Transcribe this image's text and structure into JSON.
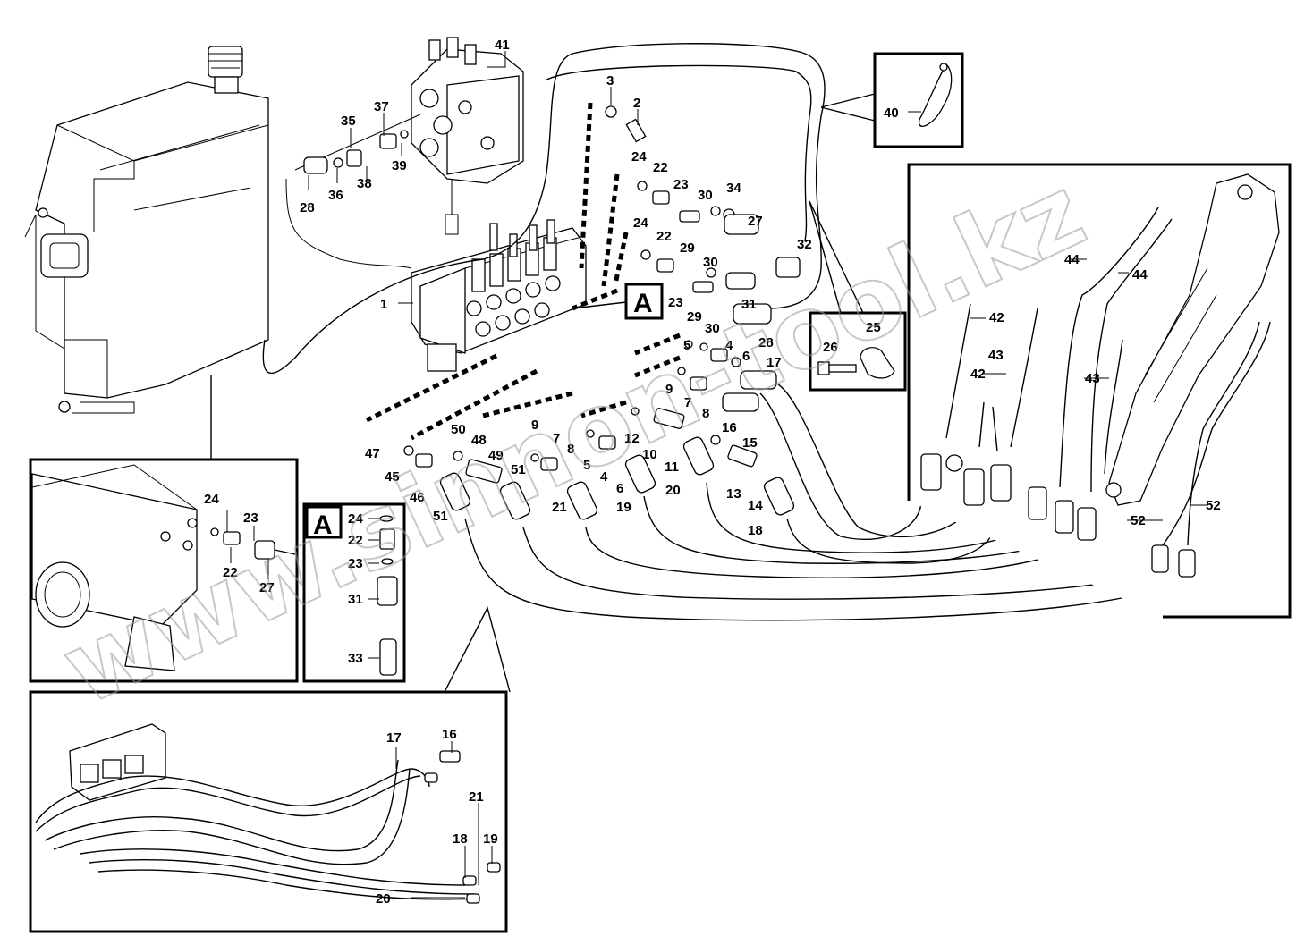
{
  "watermark": "www.sinnon-tool.kz",
  "view_tag": "A",
  "labels": [
    {
      "id": "l41",
      "text": "41"
    },
    {
      "id": "l3",
      "text": "3"
    },
    {
      "id": "l2",
      "text": "2"
    },
    {
      "id": "l40",
      "text": "40"
    },
    {
      "id": "l35",
      "text": "35"
    },
    {
      "id": "l37",
      "text": "37"
    },
    {
      "id": "l39",
      "text": "39"
    },
    {
      "id": "l28a",
      "text": "28"
    },
    {
      "id": "l36",
      "text": "36"
    },
    {
      "id": "l38",
      "text": "38"
    },
    {
      "id": "l24a",
      "text": "24"
    },
    {
      "id": "l22a",
      "text": "22"
    },
    {
      "id": "l23a",
      "text": "23"
    },
    {
      "id": "l30a",
      "text": "30"
    },
    {
      "id": "l34",
      "text": "34"
    },
    {
      "id": "l27a",
      "text": "27"
    },
    {
      "id": "l29a",
      "text": "29"
    },
    {
      "id": "l32",
      "text": "32"
    },
    {
      "id": "l24b",
      "text": "24"
    },
    {
      "id": "l22b",
      "text": "22"
    },
    {
      "id": "l30b",
      "text": "30"
    },
    {
      "id": "l23b",
      "text": "23"
    },
    {
      "id": "l31a",
      "text": "31"
    },
    {
      "id": "l29b",
      "text": "29"
    },
    {
      "id": "l30c",
      "text": "30"
    },
    {
      "id": "l28b",
      "text": "28"
    },
    {
      "id": "l1",
      "text": "1"
    },
    {
      "id": "l44a",
      "text": "44"
    },
    {
      "id": "l44b",
      "text": "44"
    },
    {
      "id": "l42a",
      "text": "42"
    },
    {
      "id": "l43a",
      "text": "43"
    },
    {
      "id": "l42b",
      "text": "42"
    },
    {
      "id": "l43b",
      "text": "43"
    },
    {
      "id": "l25",
      "text": "25"
    },
    {
      "id": "l26",
      "text": "26"
    },
    {
      "id": "l5a",
      "text": "5"
    },
    {
      "id": "l4a",
      "text": "4"
    },
    {
      "id": "l6a",
      "text": "6"
    },
    {
      "id": "l17a",
      "text": "17"
    },
    {
      "id": "l9a",
      "text": "9"
    },
    {
      "id": "l7a",
      "text": "7"
    },
    {
      "id": "l8a",
      "text": "8"
    },
    {
      "id": "l16a",
      "text": "16"
    },
    {
      "id": "l15",
      "text": "15"
    },
    {
      "id": "l12",
      "text": "12"
    },
    {
      "id": "l10",
      "text": "10"
    },
    {
      "id": "l11",
      "text": "11"
    },
    {
      "id": "l13",
      "text": "13"
    },
    {
      "id": "l14",
      "text": "14"
    },
    {
      "id": "l18a",
      "text": "18"
    },
    {
      "id": "l20a",
      "text": "20"
    },
    {
      "id": "l9b",
      "text": "9"
    },
    {
      "id": "l8b",
      "text": "8"
    },
    {
      "id": "l7b",
      "text": "7"
    },
    {
      "id": "l5b",
      "text": "5"
    },
    {
      "id": "l4b",
      "text": "4"
    },
    {
      "id": "l6b",
      "text": "6"
    },
    {
      "id": "l19a",
      "text": "19"
    },
    {
      "id": "l21a",
      "text": "21"
    },
    {
      "id": "l50",
      "text": "50"
    },
    {
      "id": "l48",
      "text": "48"
    },
    {
      "id": "l49",
      "text": "49"
    },
    {
      "id": "l47",
      "text": "47"
    },
    {
      "id": "l45",
      "text": "45"
    },
    {
      "id": "l46",
      "text": "46"
    },
    {
      "id": "l51a",
      "text": "51"
    },
    {
      "id": "l51b",
      "text": "51"
    },
    {
      "id": "l52a",
      "text": "52"
    },
    {
      "id": "l52b",
      "text": "52"
    },
    {
      "id": "l24c",
      "text": "24"
    },
    {
      "id": "l23c",
      "text": "23"
    },
    {
      "id": "l22c",
      "text": "22"
    },
    {
      "id": "l27b",
      "text": "27"
    },
    {
      "id": "l24d",
      "text": "24"
    },
    {
      "id": "l22d",
      "text": "22"
    },
    {
      "id": "l23d",
      "text": "23"
    },
    {
      "id": "l31b",
      "text": "31"
    },
    {
      "id": "l33",
      "text": "33"
    },
    {
      "id": "l17b",
      "text": "17"
    },
    {
      "id": "l16b",
      "text": "16"
    },
    {
      "id": "l21b",
      "text": "21"
    },
    {
      "id": "l18b",
      "text": "18"
    },
    {
      "id": "l19b",
      "text": "19"
    },
    {
      "id": "l20b",
      "text": "20"
    }
  ]
}
